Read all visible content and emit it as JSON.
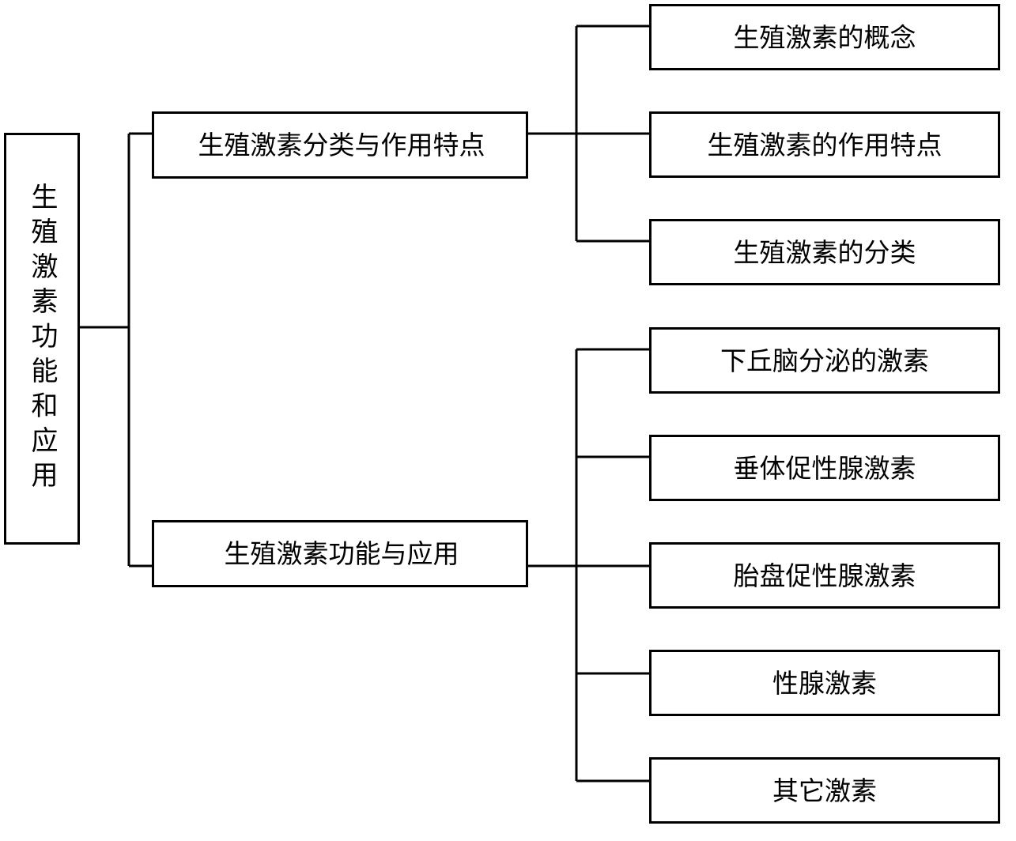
{
  "root": {
    "label": "生殖激素功能和应用"
  },
  "branches": [
    {
      "label": "生殖激素分类与作用特点",
      "children": [
        "生殖激素的概念",
        "生殖激素的作用特点",
        "生殖激素的分类"
      ]
    },
    {
      "label": "生殖激素功能与应用",
      "children": [
        "下丘脑分泌的激素",
        "垂体促性腺激素",
        "胎盘促性腺激素",
        "性腺激素",
        "其它激素"
      ]
    }
  ],
  "colors": {
    "line": "#000000",
    "box_border": "#000000",
    "background": "#ffffff",
    "text": "#000000"
  }
}
